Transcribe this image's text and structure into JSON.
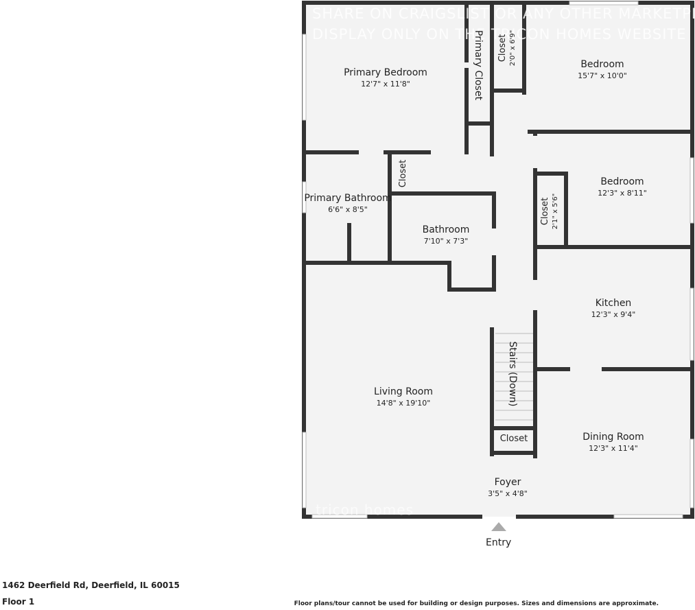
{
  "watermark": {
    "line1": "SHARE ON CRAIGSLIST OR ANY OTHER MARKETPL",
    "line2": "DISPLAY ONLY ON THE TRICON HOMES WEBSITE",
    "logo": "tricon homes"
  },
  "rooms": {
    "primary_bedroom": {
      "name": "Primary Bedroom",
      "dims": "12'7\" x 11'8\""
    },
    "primary_closet": {
      "name": "Primary Closet"
    },
    "closet_top": {
      "name": "Closet",
      "dims": "2'0\" x 6'9\""
    },
    "bedroom_top": {
      "name": "Bedroom",
      "dims": "15'7\" x 10'0\""
    },
    "closet_mid": {
      "name": "Closet"
    },
    "bedroom_mid": {
      "name": "Bedroom",
      "dims": "12'3\" x 8'11\""
    },
    "closet_bedroom": {
      "name": "Closet",
      "dims": "2'1\" x 5'6\""
    },
    "primary_bathroom": {
      "name": "Primary Bathroom",
      "dims": "6'6\" x 8'5\""
    },
    "bathroom": {
      "name": "Bathroom",
      "dims": "7'10\" x 7'3\""
    },
    "kitchen": {
      "name": "Kitchen",
      "dims": "12'3\" x 9'4\""
    },
    "stairs": {
      "name": "Stairs (Down)"
    },
    "living_room": {
      "name": "Living Room",
      "dims": "14'8\" x 19'10\""
    },
    "closet_stairs": {
      "name": "Closet"
    },
    "dining_room": {
      "name": "Dining Room",
      "dims": "12'3\" x 11'4\""
    },
    "foyer": {
      "name": "Foyer",
      "dims": "3'5\" x 4'8\""
    }
  },
  "entry": {
    "label": "Entry"
  },
  "footer": {
    "address": "1462 Deerfield Rd, Deerfield, IL 60015",
    "floor": "Floor 1",
    "disclaimer": "Floor plans/tour cannot be used for building or design purposes. Sizes and dimensions are approximate."
  },
  "colors": {
    "wall": "#333333",
    "floor": "#f3f3f3",
    "window": "#ffffff",
    "entry_marker": "#aaaaaa"
  }
}
